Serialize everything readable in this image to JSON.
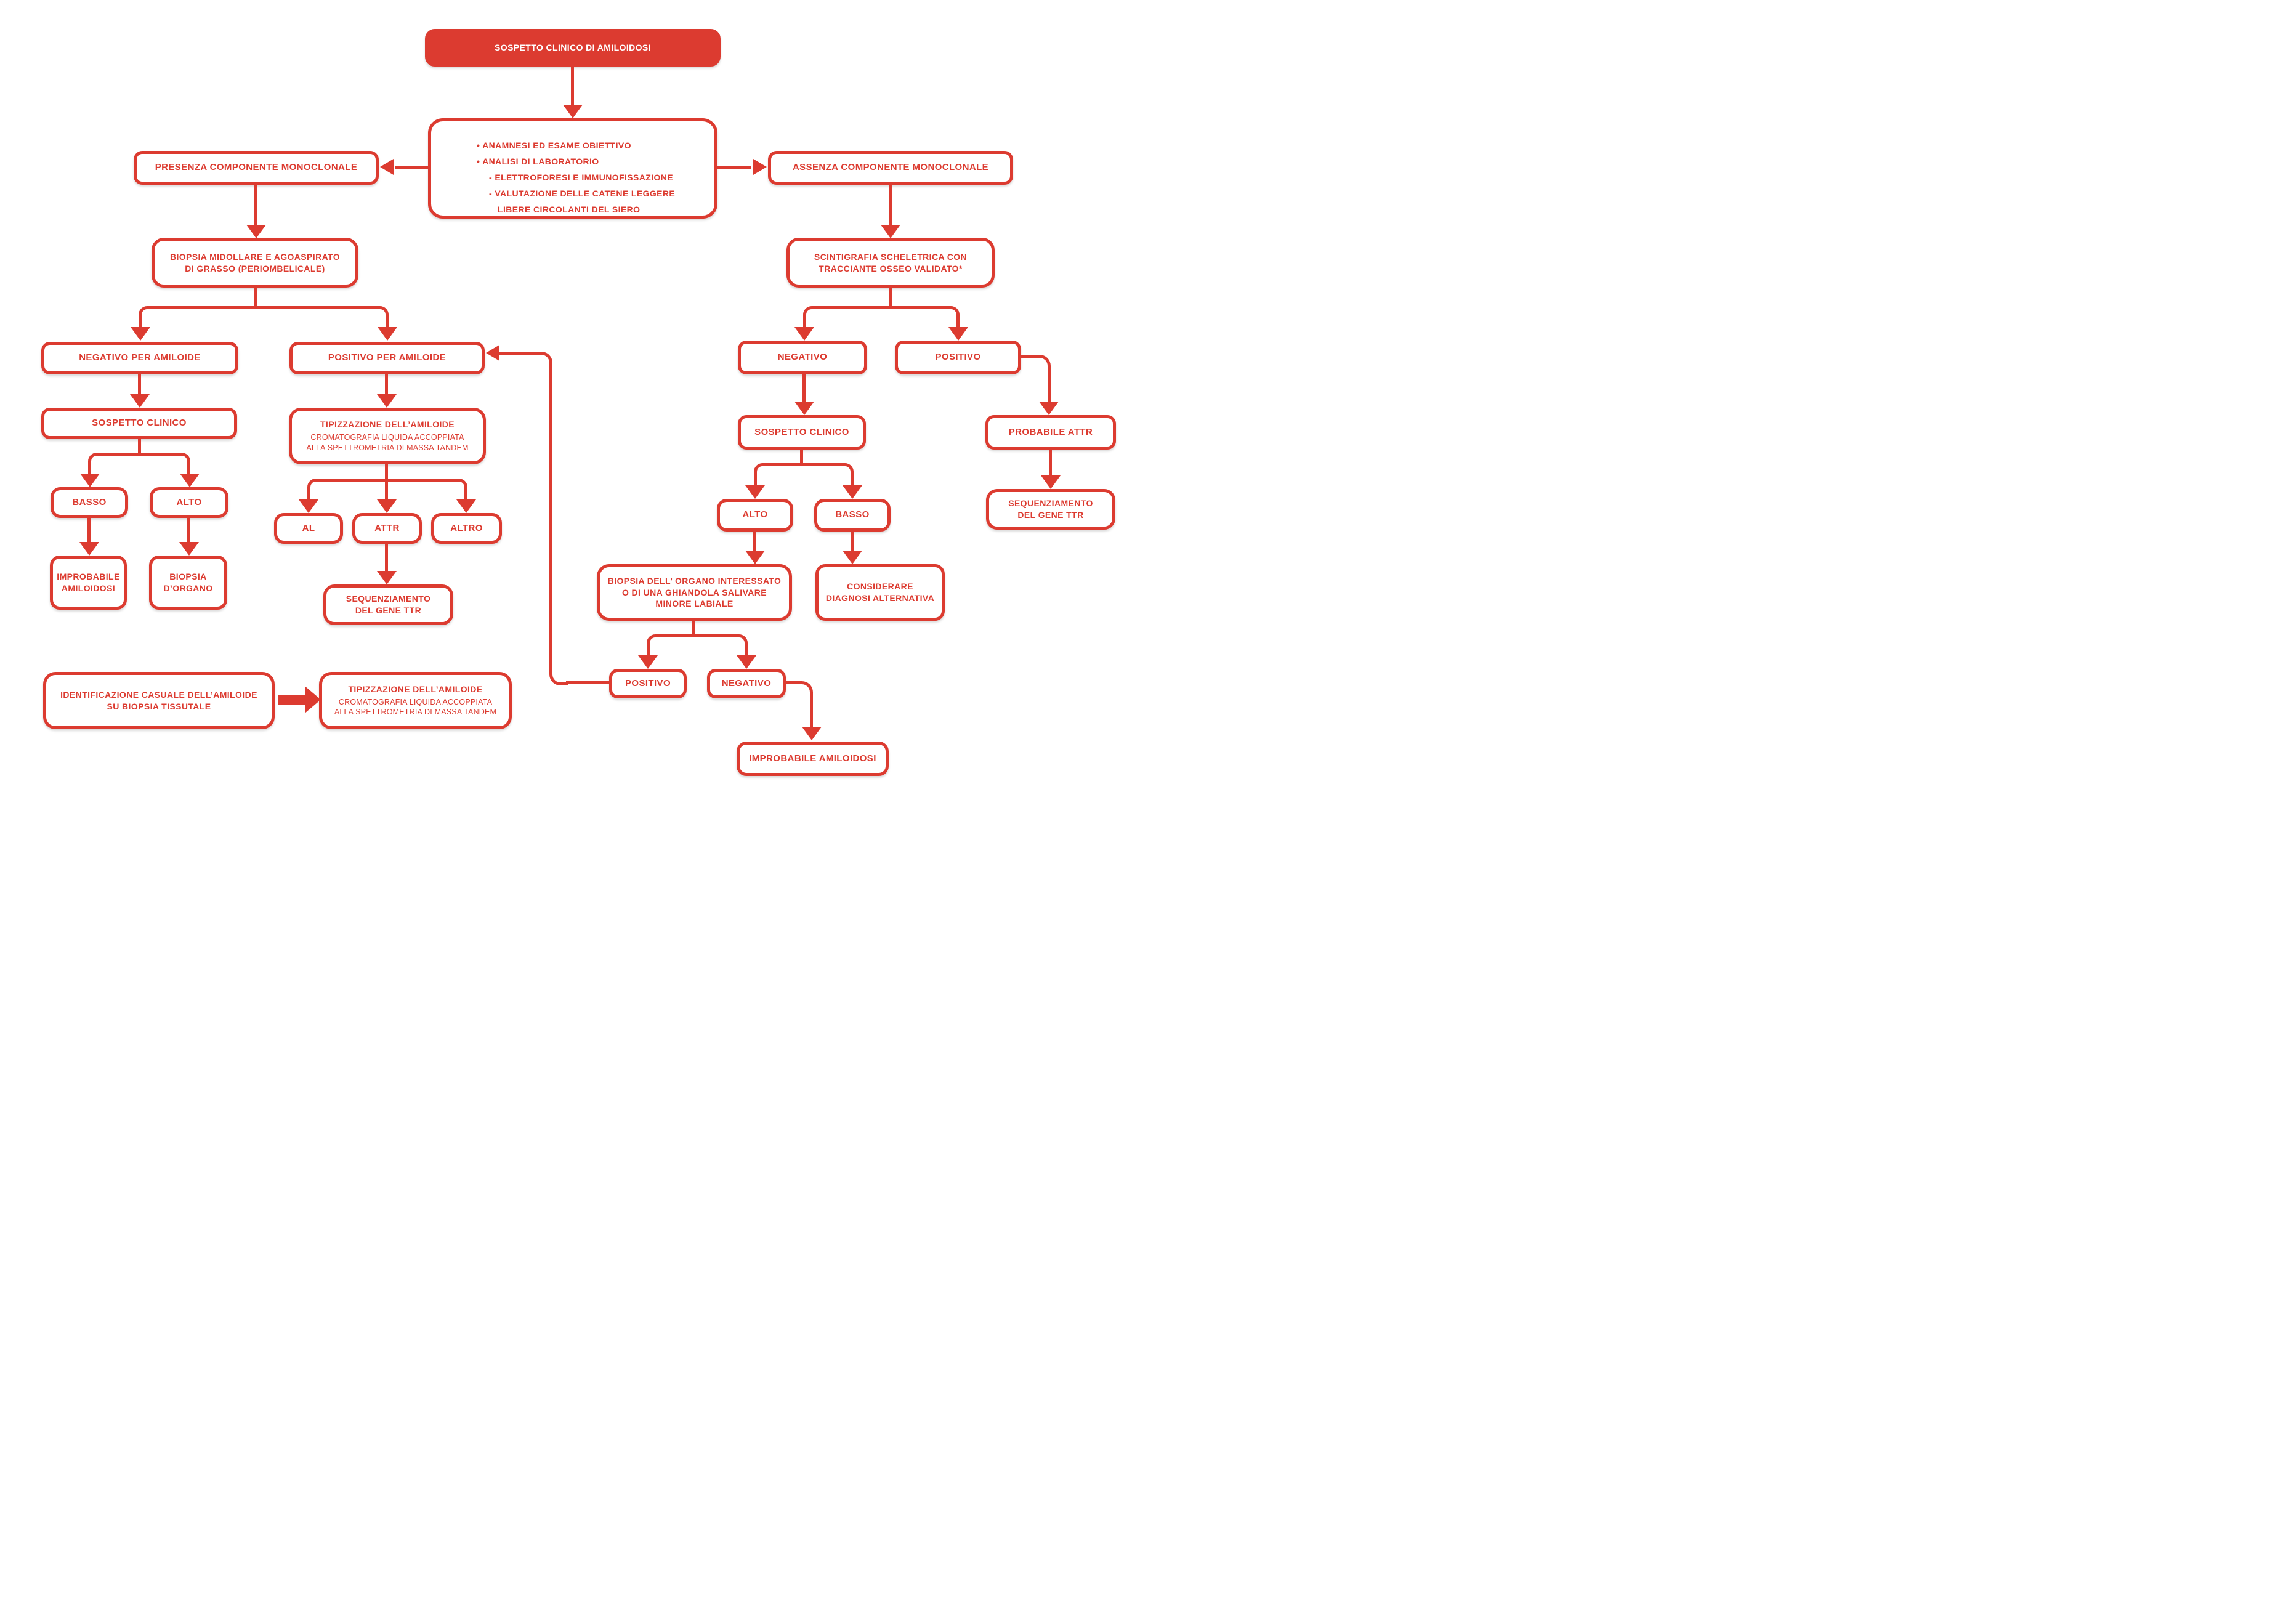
{
  "palette": {
    "red": "#dc3b30",
    "background": "#ffffff",
    "box_text": "#dc3b30",
    "title_text": "#ffffff"
  },
  "nodes": {
    "title": "SOSPETTO CLINICO DI AMILOIDOSI",
    "workup_lines": [
      "• ANAMNESI ED ESAME OBIETTIVO",
      "• ANALISI DI LABORATORIO",
      "- ELETTROFORESI E IMMUNOFISSAZIONE",
      "- VALUTAZIONE DELLE CATENE LEGGERE",
      "LIBERE CIRCOLANTI DEL SIERO"
    ],
    "presenza": "PRESENZA COMPONENTE MONOCLONALE",
    "assenza": "ASSENZA COMPONENTE MONOCLONALE",
    "biopsia_midollare": "BIOPSIA MIDOLLARE E AGOASPIRATO\nDI GRASSO (PERIOMBELICALE)",
    "scintigrafia": "SCINTIGRAFIA SCHELETRICA CON\nTRACCIANTE OSSEO VALIDATO*",
    "negativo_amiloide": "NEGATIVO PER AMILOIDE",
    "positivo_amiloide": "POSITIVO PER AMILOIDE",
    "sospetto_clinico_sx": "SOSPETTO CLINICO",
    "tipizzazione_title": "TIPIZZAZIONE DELL’AMILOIDE",
    "tipizzazione_sub": "CROMATOGRAFIA LIQUIDA ACCOPPIATA\nALLA SPETTROMETRIA DI MASSA TANDEM",
    "basso_sx": "BASSO",
    "alto_sx": "ALTO",
    "improbabile_sx": "IMPROBABILE\nAMILOIDOSI",
    "biopsia_organo_sx": "BIOPSIA\nD’ORGANO",
    "al": "AL",
    "attr": "ATTR",
    "altro": "ALTRO",
    "seq_ttr_sx": "SEQUENZIAMENTO\nDEL GENE TTR",
    "negativo_dx": "NEGATIVO",
    "positivo_dx": "POSITIVO",
    "sospetto_clinico_dx": "SOSPETTO CLINICO",
    "probabile_attr": "PROBABILE ATTR",
    "seq_ttr_dx": "SEQUENZIAMENTO\nDEL GENE TTR",
    "alto_dx": "ALTO",
    "basso_dx": "BASSO",
    "biopsia_organo_dx": "BIOPSIA DELL’ ORGANO INTERESSATO\nO DI UNA GHIANDOLA SALIVARE\nMINORE LABIALE",
    "considerare": "CONSIDERARE\nDIAGNOSI ALTERNATIVA",
    "positivo_biopsia": "POSITIVO",
    "negativo_biopsia": "NEGATIVO",
    "improbabile_dx": "IMPROBABILE AMILOIDOSI",
    "identificazione": "IDENTIFICAZIONE CASUALE DELL’AMILOIDE\nSU BIOPSIA TISSUTALE",
    "tipizzazione2_title": "TIPIZZAZIONE DELL’AMILOIDE",
    "tipizzazione2_sub": "CROMATOGRAFIA LIQUIDA ACCOPPIATA\nALLA SPETTROMETRIA DI MASSA TANDEM"
  }
}
